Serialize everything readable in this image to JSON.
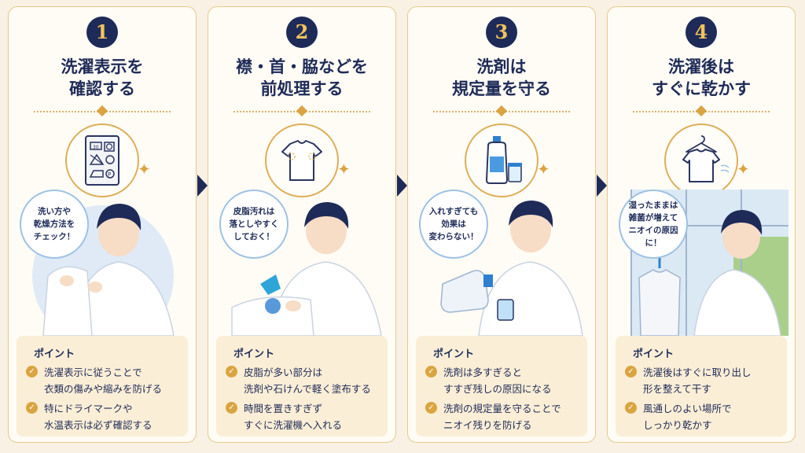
{
  "steps": [
    {
      "number": "1",
      "title_lines": [
        "洗濯表示を",
        "確認する"
      ],
      "bubble": "洗い方や\n乾燥方法を\nチェック！",
      "point_label": "ポイント",
      "points": [
        "洗濯表示に従うことで\n衣類の傷みや縮みを防げる",
        "特にドライマークや\n水温表示は必ず確認する"
      ],
      "icon": "laundry-care-label-icon"
    },
    {
      "number": "2",
      "title_lines": [
        "襟・首・脇などを",
        "前処理する"
      ],
      "bubble": "皮脂汚れは\n落としやすく\nしておく！",
      "point_label": "ポイント",
      "points": [
        "皮脂が多い部分は\n洗剤や石けんで軽く塗布する",
        "時間を置きすぎず\nすぐに洗濯機へ入れる"
      ],
      "icon": "tshirt-icon"
    },
    {
      "number": "3",
      "title_lines": [
        "洗剤は",
        "規定量を守る"
      ],
      "bubble": "入れすぎても\n効果は\n変わらない！",
      "point_label": "ポイント",
      "points": [
        "洗剤は多すぎると\nすすぎ残しの原因になる",
        "洗剤の規定量を守ることで\nニオイ残りを防げる"
      ],
      "icon": "detergent-bottle-icon"
    },
    {
      "number": "4",
      "title_lines": [
        "洗濯後は",
        "すぐに乾かす"
      ],
      "bubble": "湿ったままは\n雑菌が増えて\nニオイの原因に！",
      "point_label": "ポイント",
      "points": [
        "洗濯後はすぐに取り出し\n形を整えて干す",
        "風通しのよい場所で\nしっかり乾かす"
      ],
      "icon": "hanging-shirt-icon"
    }
  ],
  "check_glyph": "✓",
  "sparkle_glyph": "✦",
  "colors": {
    "navy": "#1e2b58",
    "gold": "#d9a441",
    "point_bg": "#fbeed6",
    "page_bg": "#f8f1e4"
  }
}
